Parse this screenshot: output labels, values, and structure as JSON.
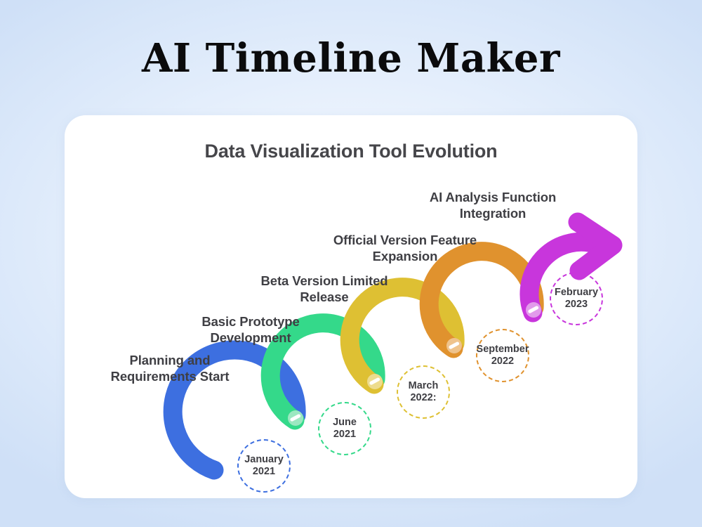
{
  "page": {
    "title": "AI Timeline Maker",
    "background_top": "#EAF2FD",
    "background_edge": "#CFE0F7"
  },
  "card": {
    "title": "Data Visualization Tool Evolution",
    "background": "#FFFFFF",
    "title_color": "#46464A"
  },
  "chart_data": {
    "type": "timeline",
    "title": "Data Visualization Tool Evolution",
    "orientation": "ascending-staircase-left-to-right",
    "arrow_head": true,
    "arrow_head_color": "#C836DC",
    "milestones": [
      {
        "label": "Planning and\nRequirements Start",
        "date": "January\n2021",
        "date_line1": "January",
        "date_line2": "2021",
        "color": "#3D6FE0",
        "order": 1
      },
      {
        "label": "Basic Prototype\nDevelopment",
        "date": "June\n2021",
        "date_line1": "June",
        "date_line2": "2021",
        "color": "#34D98A",
        "order": 2
      },
      {
        "label": "Beta Version Limited\nRelease",
        "date": "March\n2022:",
        "date_line1": "March",
        "date_line2": "2022:",
        "color": "#DEC033",
        "order": 3
      },
      {
        "label": "Official Version Feature\nExpansion",
        "date": "September\n2022",
        "date_line1": "September",
        "date_line2": "2022",
        "color": "#E0922E",
        "order": 4
      },
      {
        "label": "AI Analysis Function\nIntegration",
        "date": "February\n2023",
        "date_line1": "February",
        "date_line2": "2023",
        "color": "#C836DC",
        "order": 5
      }
    ]
  }
}
